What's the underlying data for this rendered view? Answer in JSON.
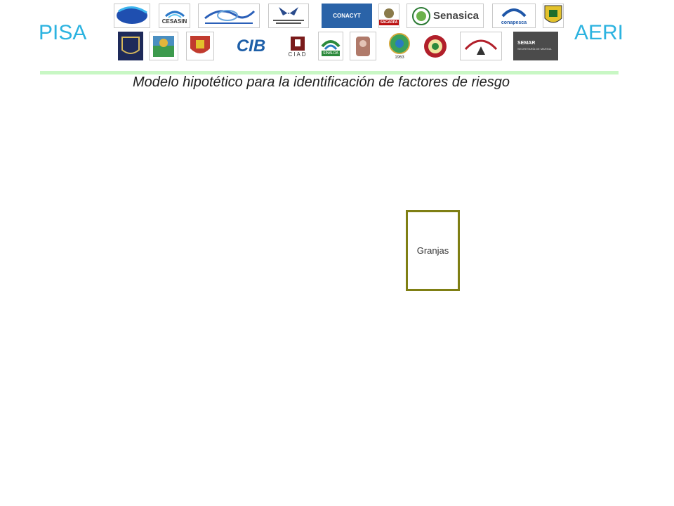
{
  "header": {
    "left_title": "PISA",
    "right_title": "AERI",
    "subtitle": "Modelo hipotético para la identificación de factores de riesgo"
  },
  "logos": {
    "cesasin": "CESASIN",
    "conacyt": "CONACYT",
    "sagarpa": "SAGARPA",
    "senasica": "Senasica",
    "conapesca": "conapesca",
    "cib": "CIB",
    "ciad": "CIAD",
    "sinaloa": "SINALOA",
    "semar": "SEMAR",
    "semar_sub": "SECRETARÍA DE MARINA",
    "year_1963": "1963"
  },
  "diagram": {
    "node_label": "Granjas",
    "node_border_color": "#7f7f14"
  },
  "colors": {
    "title_accent": "#2cb3e0",
    "divider": "#c8f7c4"
  }
}
